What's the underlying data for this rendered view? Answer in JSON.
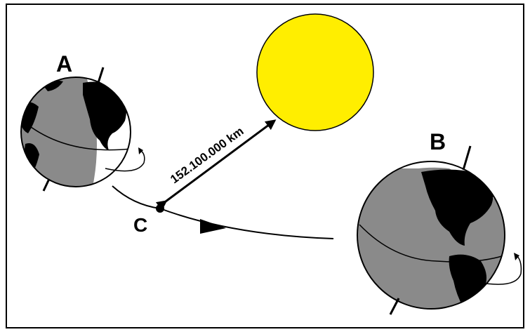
{
  "labels": {
    "a": "A",
    "b": "B",
    "c": "C",
    "distance": "152.100.000 km"
  },
  "colors": {
    "sun": "#ffee00",
    "night": "#8a8a8a",
    "land": "#000000",
    "frame": "#000000",
    "background": "#ffffff"
  }
}
